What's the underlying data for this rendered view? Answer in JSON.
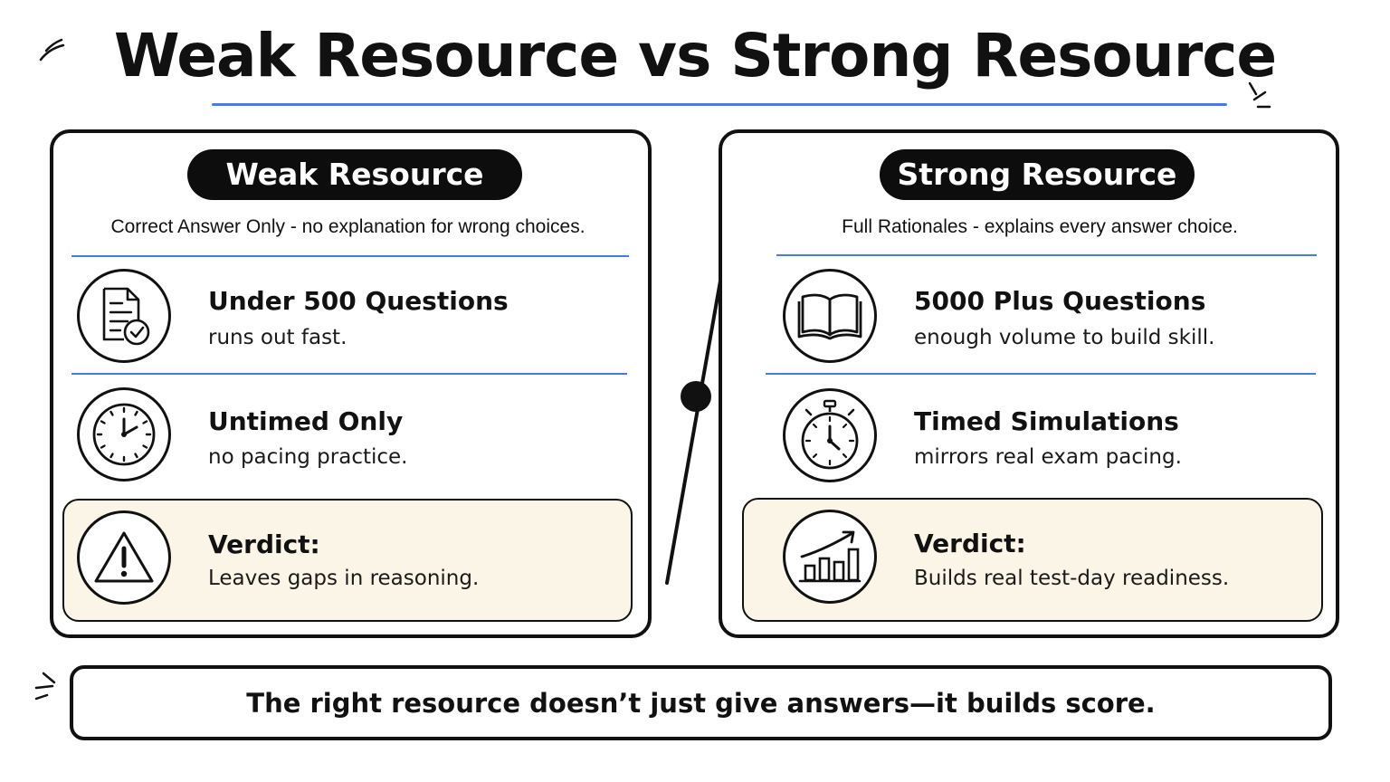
{
  "title": "Weak Resource vs Strong Resource",
  "accent_color": "#3f7de8",
  "verdict_bg_color": "#fbf5e8",
  "weak": {
    "label": "Weak Resource",
    "subtitle": "Correct Answer Only - no explanation for wrong choices.",
    "rows": [
      {
        "icon": "document-check-icon",
        "title": "Under 500 Questions",
        "desc": "runs out fast."
      },
      {
        "icon": "clock-icon",
        "title": "Untimed Only",
        "desc": "no pacing practice."
      },
      {
        "icon": "warning-icon",
        "title": "Verdict:",
        "desc": "Leaves gaps in reasoning."
      }
    ]
  },
  "strong": {
    "label": "Strong Resource",
    "subtitle": "Full Rationales - explains every answer choice.",
    "rows": [
      {
        "icon": "open-book-icon",
        "title": "5000 Plus Questions",
        "desc": "enough volume to build skill."
      },
      {
        "icon": "stopwatch-icon",
        "title": "Timed Simulations",
        "desc": "mirrors real exam pacing."
      },
      {
        "icon": "growth-chart-icon",
        "title": "Verdict:",
        "desc": "Builds real test-day readiness."
      }
    ]
  },
  "footer": "The right resource doesn’t just give answers—it builds score."
}
